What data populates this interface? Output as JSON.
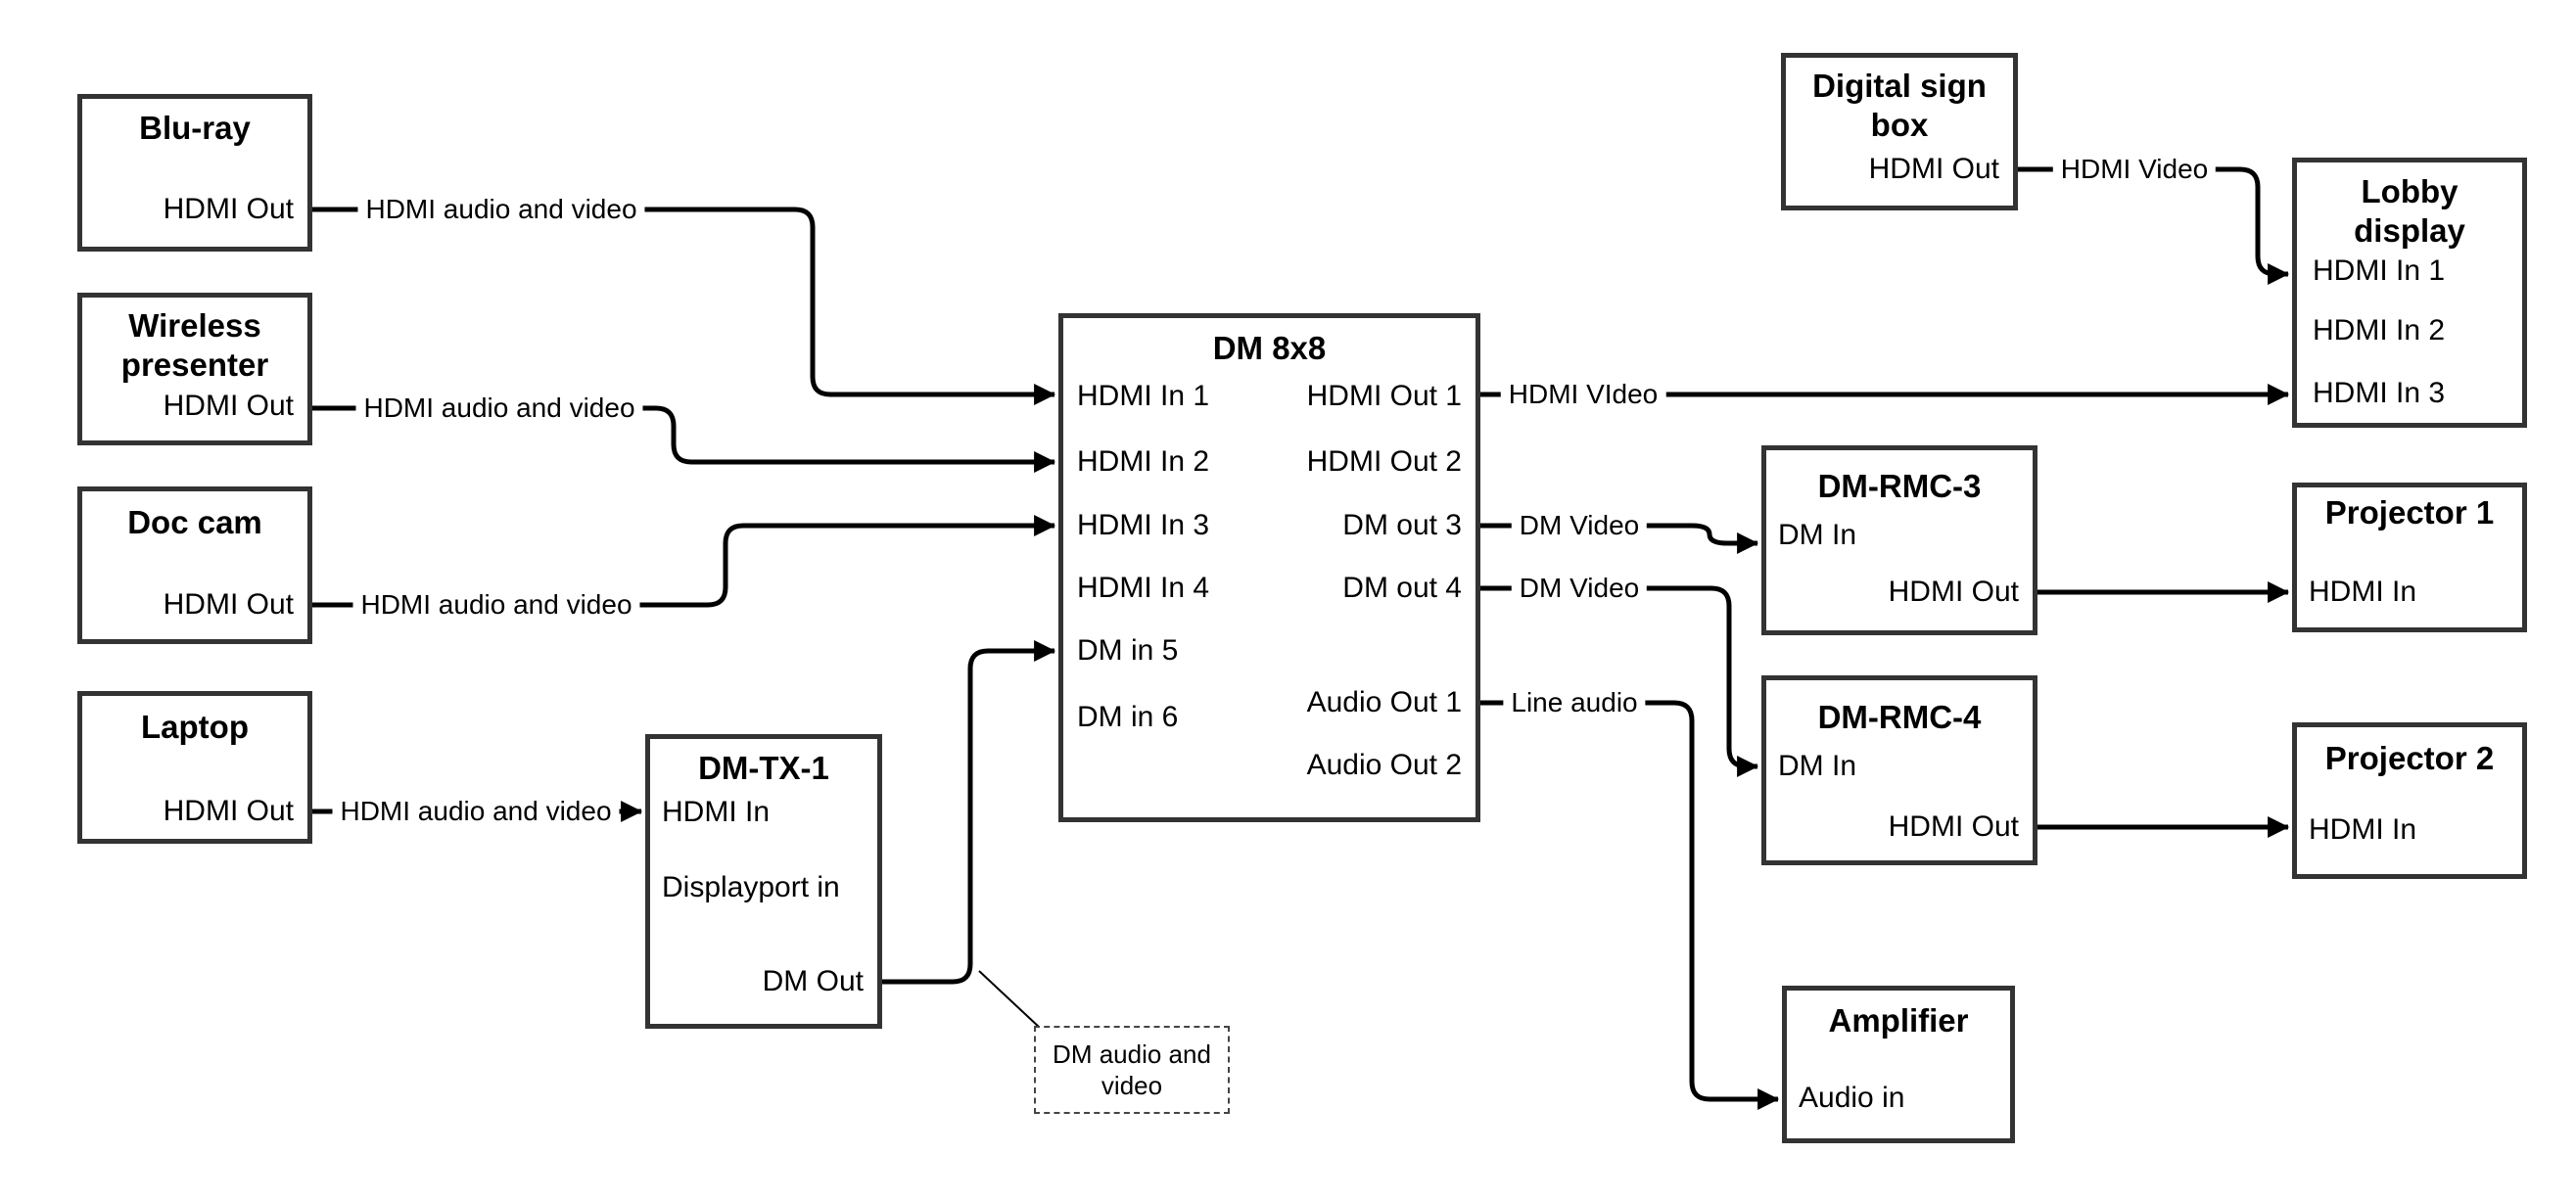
{
  "diagram": {
    "colors": {
      "wire": "#000000",
      "box_border": "#333333",
      "background": "#ffffff"
    },
    "nodes": {
      "bluray": {
        "title": "Blu-ray",
        "ports": {
          "hdmi_out": "HDMI Out"
        }
      },
      "wireless": {
        "title": "Wireless presenter",
        "ports": {
          "hdmi_out": "HDMI Out"
        }
      },
      "doccam": {
        "title": "Doc cam",
        "ports": {
          "hdmi_out": "HDMI Out"
        }
      },
      "laptop": {
        "title": "Laptop",
        "ports": {
          "hdmi_out": "HDMI Out"
        }
      },
      "dmtx1": {
        "title": "DM-TX-1",
        "ports": {
          "hdmi_in": "HDMI In",
          "displayport_in": "Displayport in",
          "dm_out": "DM Out"
        }
      },
      "dm8x8": {
        "title": "DM 8x8",
        "ports": {
          "hdmi_in_1": "HDMI In 1",
          "hdmi_in_2": "HDMI In 2",
          "hdmi_in_3": "HDMI In 3",
          "hdmi_in_4": "HDMI In 4",
          "dm_in_5": "DM in 5",
          "dm_in_6": "DM in 6",
          "hdmi_out_1": "HDMI Out 1",
          "hdmi_out_2": "HDMI Out 2",
          "dm_out_3": "DM out 3",
          "dm_out_4": "DM out 4",
          "audio_out_1": "Audio Out 1",
          "audio_out_2": "Audio Out 2"
        }
      },
      "sign": {
        "title": "Digital sign box",
        "ports": {
          "hdmi_out": "HDMI Out"
        }
      },
      "lobby": {
        "title": "Lobby display",
        "ports": {
          "hdmi_in_1": "HDMI In 1",
          "hdmi_in_2": "HDMI In 2",
          "hdmi_in_3": "HDMI In 3"
        }
      },
      "rmc3": {
        "title": "DM-RMC-3",
        "ports": {
          "dm_in": "DM In",
          "hdmi_out": "HDMI Out"
        }
      },
      "proj1": {
        "title": "Projector 1",
        "ports": {
          "hdmi_in": "HDMI In"
        }
      },
      "rmc4": {
        "title": "DM-RMC-4",
        "ports": {
          "dm_in": "DM In",
          "hdmi_out": "HDMI Out"
        }
      },
      "proj2": {
        "title": "Projector 2",
        "ports": {
          "hdmi_in": "HDMI In"
        }
      },
      "amplifier": {
        "title": "Amplifier",
        "ports": {
          "audio_in": "Audio in"
        }
      }
    },
    "labels": {
      "bluray_wire": "HDMI audio and video",
      "wireless_wire": "HDMI audio and video",
      "doccam_wire": "HDMI audio and video",
      "laptop_wire": "HDMI audio and video",
      "out1_wire": "HDMI VIdeo",
      "sign_wire": "HDMI Video",
      "out3_wire": "DM Video",
      "out4_wire": "DM Video",
      "audio1_wire": "Line audio",
      "note": "DM audio and video"
    }
  }
}
